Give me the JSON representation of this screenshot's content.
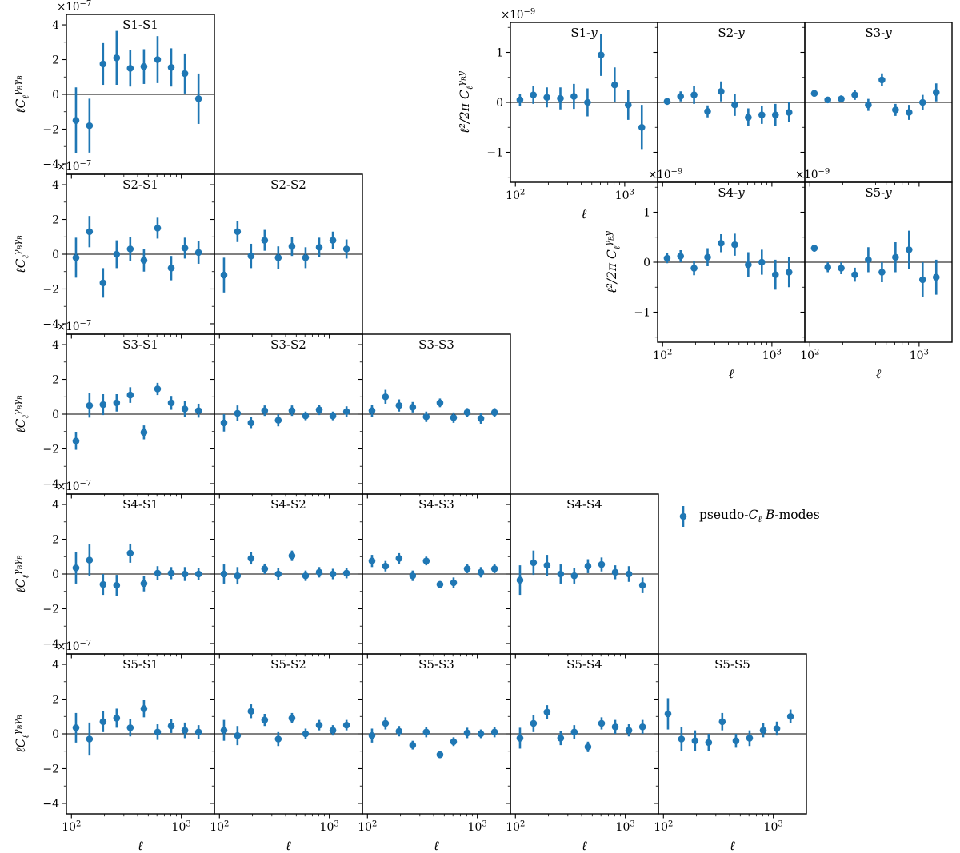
{
  "colors": {
    "marker": "#1f77b4",
    "axis": "#000000",
    "background": "#ffffff"
  },
  "legend": {
    "pre": "pseudo-",
    "c": "C",
    "sub": "ℓ",
    "b": "B",
    "rest": "-modes"
  },
  "labels": {
    "x": "ℓ",
    "shear_y": {
      "main": "ℓC",
      "sub": "ℓ",
      "sup": [
        [
          "γ",
          "B"
        ],
        [
          "γ",
          "B"
        ]
      ]
    },
    "comptony_y": {
      "main": "ℓ²/2π C",
      "sub": "ℓ",
      "sup": [
        [
          "γ",
          "B"
        ],
        [
          "y",
          ""
        ]
      ]
    },
    "shear_offset": {
      "base": "×10",
      "exp": "−7"
    },
    "y_offset": {
      "base": "×10",
      "exp": "−9"
    }
  },
  "chart_data": {
    "type": "scatter",
    "error_bars": true,
    "xlabel": "ℓ",
    "x_scale": "log",
    "xlim": [
      90,
      2000
    ],
    "x_ticks": [
      100,
      1000
    ],
    "x_minor": [
      200,
      300,
      400,
      500,
      600,
      700,
      800,
      900
    ],
    "ylim_shear": [
      -4.6,
      4.6
    ],
    "y_ticks_shear": [
      -4,
      -2,
      0,
      2,
      4
    ],
    "y_minor_shear": [
      -3,
      -1,
      1,
      3
    ],
    "shear_unit": "1e-7",
    "ylim_y": [
      -1.6,
      1.6
    ],
    "y_ticks_y": [
      -1,
      0,
      1
    ],
    "y_minor_y": [
      -1.5,
      -0.5,
      0.5,
      1.5
    ],
    "y_unit": "1e-9",
    "ell": [
      110,
      146,
      194,
      258,
      343,
      457,
      608,
      809,
      1077,
      1434
    ],
    "panels": [
      {
        "title": "S1-S1",
        "kind": "shear",
        "row": 0,
        "col": 0,
        "y": [
          -1.5,
          -1.8,
          1.75,
          2.1,
          1.5,
          1.6,
          2.0,
          1.55,
          1.2,
          -0.25
        ],
        "yerr": [
          1.9,
          1.55,
          1.2,
          1.55,
          1.05,
          1.0,
          1.35,
          1.1,
          1.15,
          1.45
        ]
      },
      {
        "title": "S2-S1",
        "kind": "shear",
        "row": 1,
        "col": 0,
        "y": [
          -0.2,
          1.3,
          -1.65,
          0.0,
          0.3,
          -0.35,
          1.5,
          -0.8,
          0.35,
          0.1
        ],
        "yerr": [
          1.15,
          0.9,
          0.85,
          0.8,
          0.7,
          0.65,
          0.6,
          0.7,
          0.6,
          0.65
        ]
      },
      {
        "title": "S2-S2",
        "kind": "shear",
        "row": 1,
        "col": 1,
        "y": [
          -1.2,
          1.3,
          -0.1,
          0.8,
          -0.2,
          0.45,
          -0.2,
          0.4,
          0.8,
          0.3
        ],
        "yerr": [
          1.0,
          0.6,
          0.7,
          0.6,
          0.65,
          0.55,
          0.6,
          0.55,
          0.5,
          0.55
        ]
      },
      {
        "title": "S3-S1",
        "kind": "shear",
        "row": 2,
        "col": 0,
        "y": [
          -1.55,
          0.5,
          0.55,
          0.65,
          1.1,
          -1.05,
          1.45,
          0.65,
          0.3,
          0.2
        ],
        "yerr": [
          0.5,
          0.7,
          0.6,
          0.5,
          0.45,
          0.4,
          0.35,
          0.4,
          0.45,
          0.4
        ]
      },
      {
        "title": "S3-S2",
        "kind": "shear",
        "row": 2,
        "col": 1,
        "y": [
          -0.5,
          0.05,
          -0.5,
          0.2,
          -0.35,
          0.2,
          -0.1,
          0.25,
          -0.1,
          0.15
        ],
        "yerr": [
          0.5,
          0.45,
          0.35,
          0.3,
          0.35,
          0.3,
          0.25,
          0.3,
          0.25,
          0.3
        ]
      },
      {
        "title": "S3-S3",
        "kind": "shear",
        "row": 2,
        "col": 2,
        "y": [
          0.2,
          1.0,
          0.5,
          0.4,
          -0.15,
          0.65,
          -0.2,
          0.1,
          -0.25,
          0.1
        ],
        "yerr": [
          0.35,
          0.4,
          0.35,
          0.3,
          0.3,
          0.25,
          0.3,
          0.25,
          0.3,
          0.25
        ]
      },
      {
        "title": "S4-S1",
        "kind": "shear",
        "row": 3,
        "col": 0,
        "y": [
          0.35,
          0.8,
          -0.6,
          -0.65,
          1.2,
          -0.55,
          0.05,
          0.05,
          0.0,
          0.0
        ],
        "yerr": [
          0.9,
          0.9,
          0.6,
          0.6,
          0.55,
          0.45,
          0.4,
          0.35,
          0.4,
          0.35
        ]
      },
      {
        "title": "S4-S2",
        "kind": "shear",
        "row": 3,
        "col": 1,
        "y": [
          0.0,
          -0.1,
          0.9,
          0.3,
          0.0,
          1.05,
          -0.1,
          0.1,
          0.0,
          0.05
        ],
        "yerr": [
          0.55,
          0.5,
          0.35,
          0.3,
          0.35,
          0.3,
          0.3,
          0.3,
          0.3,
          0.3
        ]
      },
      {
        "title": "S4-S3",
        "kind": "shear",
        "row": 3,
        "col": 2,
        "y": [
          0.75,
          0.45,
          0.9,
          -0.1,
          0.75,
          -0.6,
          -0.5,
          0.3,
          0.1,
          0.3
        ],
        "yerr": [
          0.35,
          0.3,
          0.3,
          0.3,
          0.25,
          0.2,
          0.3,
          0.25,
          0.3,
          0.25
        ]
      },
      {
        "title": "S4-S4",
        "kind": "shear",
        "row": 3,
        "col": 3,
        "y": [
          -0.35,
          0.65,
          0.5,
          0.0,
          -0.1,
          0.45,
          0.55,
          0.1,
          0.0,
          -0.65
        ],
        "yerr": [
          0.85,
          0.7,
          0.6,
          0.55,
          0.45,
          0.4,
          0.4,
          0.4,
          0.45,
          0.45
        ]
      },
      {
        "title": "S5-S1",
        "kind": "shear",
        "row": 4,
        "col": 0,
        "y": [
          0.35,
          -0.3,
          0.7,
          0.9,
          0.35,
          1.45,
          0.1,
          0.45,
          0.2,
          0.1
        ],
        "yerr": [
          0.85,
          0.95,
          0.6,
          0.55,
          0.5,
          0.5,
          0.45,
          0.4,
          0.45,
          0.4
        ]
      },
      {
        "title": "S5-S2",
        "kind": "shear",
        "row": 4,
        "col": 1,
        "y": [
          0.2,
          -0.1,
          1.3,
          0.8,
          -0.3,
          0.9,
          0.0,
          0.5,
          0.2,
          0.5
        ],
        "yerr": [
          0.6,
          0.55,
          0.4,
          0.35,
          0.4,
          0.3,
          0.3,
          0.3,
          0.3,
          0.3
        ]
      },
      {
        "title": "S5-S3",
        "kind": "shear",
        "row": 4,
        "col": 2,
        "y": [
          -0.1,
          0.6,
          0.15,
          -0.65,
          0.1,
          -1.2,
          -0.45,
          0.05,
          0.0,
          0.1
        ],
        "yerr": [
          0.4,
          0.35,
          0.3,
          0.25,
          0.3,
          0.2,
          0.25,
          0.3,
          0.25,
          0.3
        ]
      },
      {
        "title": "S5-S4",
        "kind": "shear",
        "row": 4,
        "col": 3,
        "y": [
          -0.25,
          0.6,
          1.25,
          -0.25,
          0.1,
          -0.75,
          0.6,
          0.4,
          0.2,
          0.4
        ],
        "yerr": [
          0.6,
          0.5,
          0.4,
          0.4,
          0.4,
          0.3,
          0.35,
          0.4,
          0.35,
          0.4
        ]
      },
      {
        "title": "S5-S5",
        "kind": "shear",
        "row": 4,
        "col": 4,
        "y": [
          1.15,
          -0.3,
          -0.4,
          -0.5,
          0.7,
          -0.4,
          -0.25,
          0.2,
          0.3,
          1.0
        ],
        "yerr": [
          0.9,
          0.7,
          0.6,
          0.5,
          0.5,
          0.4,
          0.45,
          0.4,
          0.4,
          0.4
        ]
      },
      {
        "title": "S1-y",
        "kind": "y",
        "y": [
          0.05,
          0.15,
          0.1,
          0.08,
          0.12,
          0.0,
          0.95,
          0.35,
          -0.05,
          -0.5
        ],
        "yerr": [
          0.12,
          0.18,
          0.2,
          0.22,
          0.25,
          0.28,
          0.42,
          0.35,
          0.3,
          0.45
        ]
      },
      {
        "title": "S2-y",
        "kind": "y",
        "y": [
          0.02,
          0.12,
          0.15,
          -0.18,
          0.22,
          -0.05,
          -0.3,
          -0.25,
          -0.25,
          -0.2
        ],
        "yerr": [
          0.07,
          0.1,
          0.18,
          0.12,
          0.2,
          0.22,
          0.18,
          0.18,
          0.22,
          0.2
        ]
      },
      {
        "title": "S3-y",
        "kind": "y",
        "y": [
          0.18,
          0.05,
          0.07,
          0.15,
          -0.05,
          0.45,
          -0.15,
          -0.2,
          0.0,
          0.2
        ],
        "yerr": [
          0.06,
          0.05,
          0.07,
          0.1,
          0.12,
          0.13,
          0.12,
          0.15,
          0.15,
          0.18
        ]
      },
      {
        "title": "S4-y",
        "kind": "y",
        "y": [
          0.08,
          0.12,
          -0.12,
          0.1,
          0.38,
          0.35,
          -0.05,
          0.0,
          -0.25,
          -0.2
        ],
        "yerr": [
          0.1,
          0.12,
          0.14,
          0.18,
          0.18,
          0.22,
          0.25,
          0.25,
          0.3,
          0.3
        ]
      },
      {
        "title": "S5-y",
        "kind": "y",
        "y": [
          0.28,
          -0.1,
          -0.12,
          -0.25,
          0.05,
          -0.2,
          0.1,
          0.25,
          -0.35,
          -0.3
        ],
        "yerr": [
          0.07,
          0.1,
          0.12,
          0.14,
          0.25,
          0.2,
          0.3,
          0.38,
          0.35,
          0.35
        ]
      }
    ]
  }
}
